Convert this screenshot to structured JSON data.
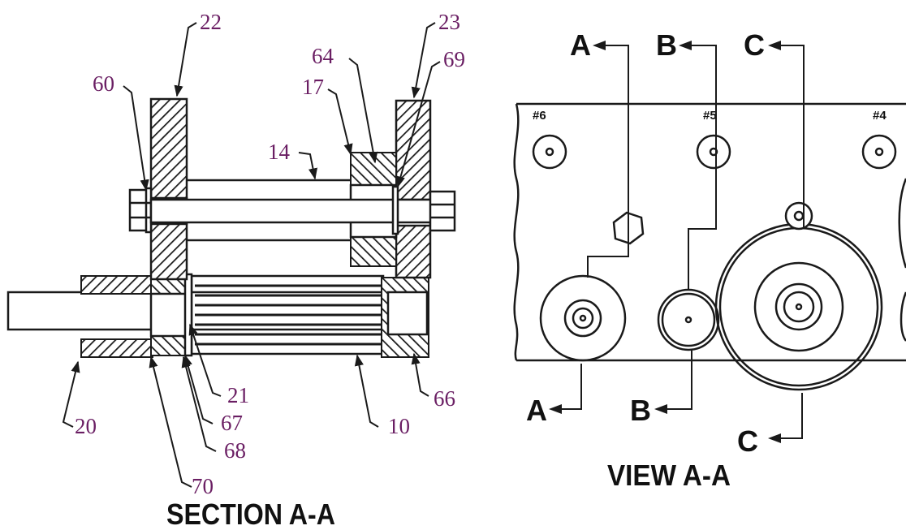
{
  "section_view": {
    "title": "SECTION A-A",
    "callouts": {
      "c22": "22",
      "c23": "23",
      "c64": "64",
      "c69": "69",
      "c60": "60",
      "c17": "17",
      "c14": "14",
      "c21": "21",
      "c66": "66",
      "c20": "20",
      "c67": "67",
      "c10": "10",
      "c68": "68",
      "c70": "70"
    }
  },
  "plan_view": {
    "title": "VIEW A-A",
    "holes": {
      "h6": "#6",
      "h5": "#5",
      "h4": "#4"
    },
    "section_markers": {
      "a_top": "A",
      "b_top": "B",
      "c_top": "C",
      "a_bottom": "A",
      "b_bottom": "B",
      "c_bottom": "C"
    }
  }
}
